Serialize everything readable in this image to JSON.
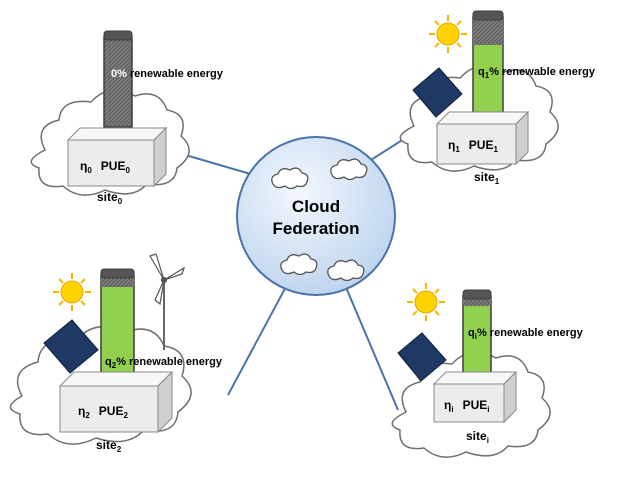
{
  "center": {
    "line1": "Cloud",
    "line2": "Federation"
  },
  "sites": [
    {
      "id": "site0",
      "label_base": "site",
      "label_sub": "0",
      "eta": "η",
      "eta_sub": "0",
      "pue": "PUE",
      "pue_sub": "0",
      "renewable_prefix": "0%",
      "renewable_sub": "",
      "renewable_suffix": "renewable energy",
      "renewable_level": 0,
      "has_solar": false,
      "has_sun": false,
      "has_wind": false
    },
    {
      "id": "site1",
      "label_base": "site",
      "label_sub": "1",
      "eta": "η",
      "eta_sub": "1",
      "pue": "PUE",
      "pue_sub": "1",
      "renewable_prefix": "q",
      "renewable_sub": "1",
      "renewable_suffix": "% renewable energy",
      "renewable_level": 0.72,
      "has_solar": true,
      "has_sun": true,
      "has_wind": false
    },
    {
      "id": "site2",
      "label_base": "site",
      "label_sub": "2",
      "eta": "η",
      "eta_sub": "2",
      "pue": "PUE",
      "pue_sub": "2",
      "renewable_prefix": "q",
      "renewable_sub": "2",
      "renewable_suffix": "% renewable energy",
      "renewable_level": 0.86,
      "has_solar": true,
      "has_sun": true,
      "has_wind": true
    },
    {
      "id": "sitei",
      "label_base": "site",
      "label_sub": "i",
      "eta": "η",
      "eta_sub": "i",
      "pue": "PUE",
      "pue_sub": "i",
      "renewable_prefix": "q",
      "renewable_sub": "i",
      "renewable_suffix": "% renewable energy",
      "renewable_level": 0.85,
      "has_solar": true,
      "has_sun": true,
      "has_wind": false
    }
  ],
  "colors": {
    "cloud_fill": "#ffffff",
    "cloud_stroke": "#6f6f6f",
    "link_line": "#4a73a8",
    "globe_fill": "#cfe0f4",
    "globe_stroke": "#4a73a8",
    "battery_green": "#92d050",
    "battery_gray": "#6d6d6d",
    "battery_cap": "#4f4f4f",
    "box_front": "#ececec",
    "box_top": "#f7f7f7",
    "box_side": "#cfcfcf",
    "panel": "#1f3864",
    "sun": "#ffd200",
    "sun_ray": "#f5b800"
  }
}
